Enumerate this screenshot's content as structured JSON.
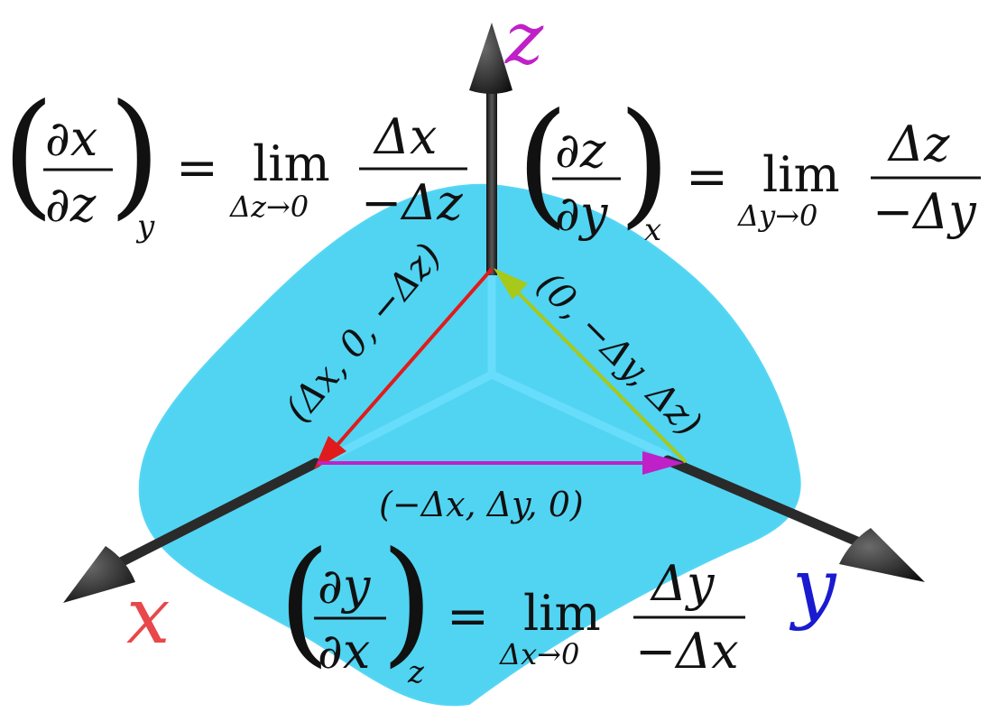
{
  "colors": {
    "surface": "#33ccf0",
    "surface_edge": "#55d6f4",
    "axis": "#2a2a2a",
    "x_label": "#e8474b",
    "y_label": "#1a1ad0",
    "z_label": "#c020c8",
    "vec_red": "#e01b1b",
    "vec_green": "#a8c81a",
    "vec_magenta": "#c020c8"
  },
  "axes": {
    "x": "x",
    "y": "y",
    "z": "z"
  },
  "vectors": {
    "red": "(Δx, 0, −Δz)",
    "green": "(0, −Δy, Δz)",
    "magenta": "(−Δx, Δy, 0)"
  },
  "formulas": {
    "top_left": {
      "num": "∂x",
      "den": "∂z",
      "sub": "y",
      "lim_sub": "Δz→0",
      "frac_num": "Δx",
      "frac_den": "−Δz"
    },
    "top_right": {
      "num": "∂z",
      "den": "∂y",
      "sub": "x",
      "lim_sub": "Δy→0",
      "frac_num": "Δz",
      "frac_den": "−Δy"
    },
    "bottom": {
      "num": "∂y",
      "den": "∂x",
      "sub": "z",
      "lim_sub": "Δx→0",
      "frac_num": "Δy",
      "frac_den": "−Δx"
    },
    "lim": "lim",
    "equals": "="
  },
  "icons": {
    "x_axis_arrow": "arrowhead-icon",
    "y_axis_arrow": "arrowhead-icon",
    "z_axis_arrow": "arrowhead-icon"
  }
}
